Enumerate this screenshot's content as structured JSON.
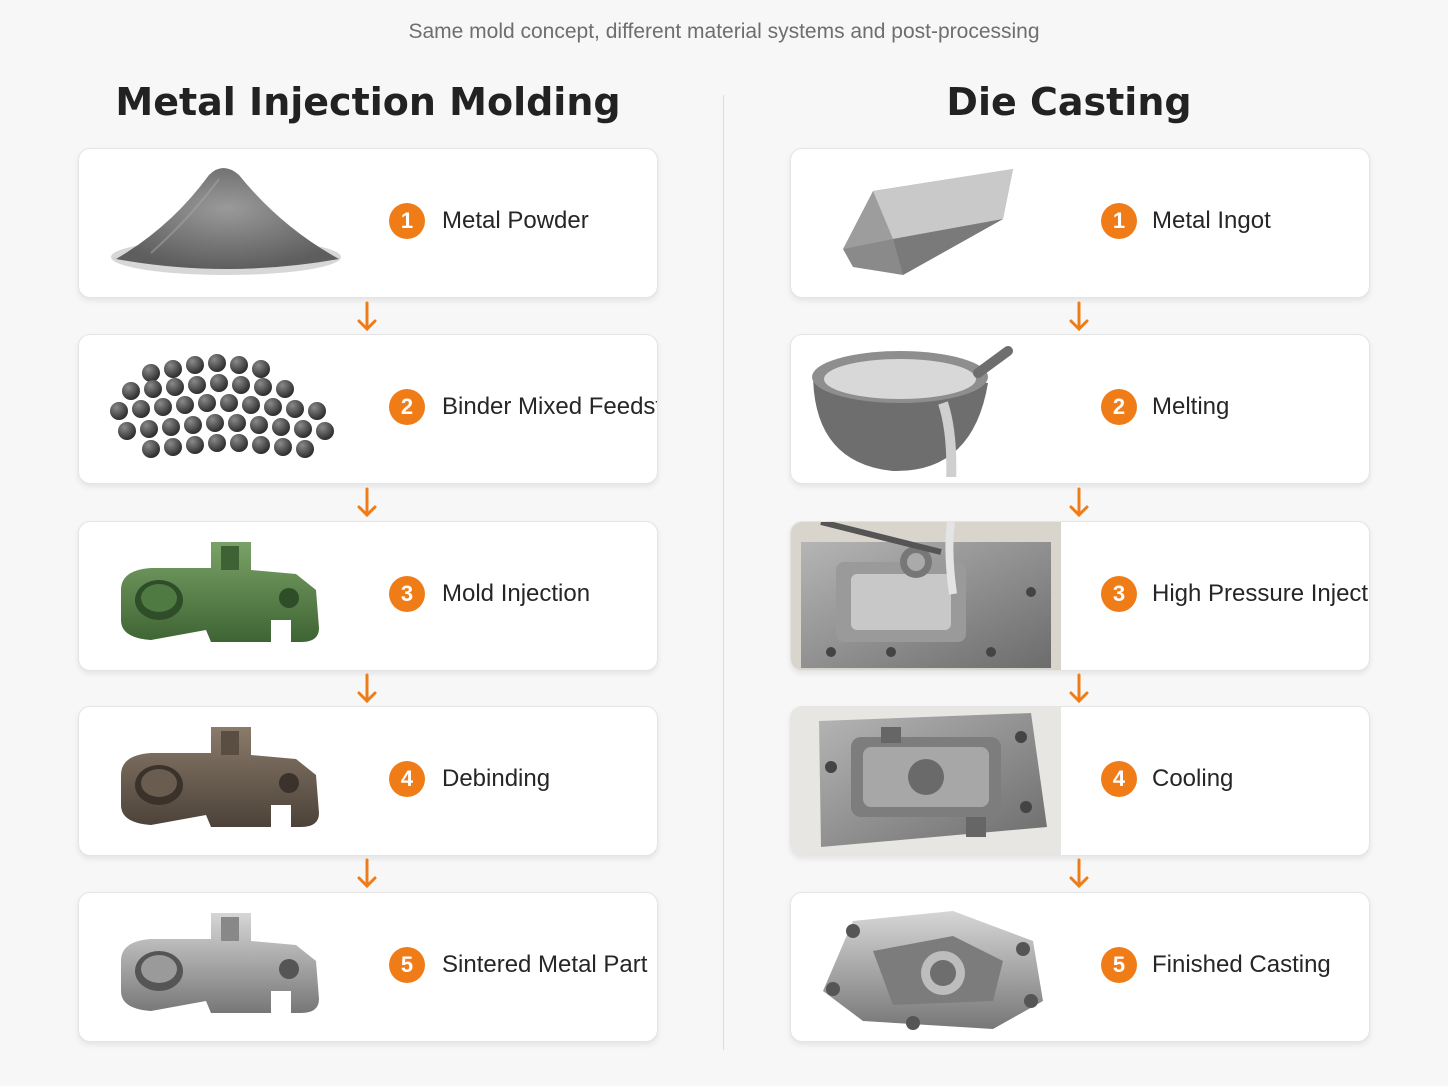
{
  "subtitle": "Same mold concept, different material systems and post-processing",
  "colors": {
    "accent": "#f07c17",
    "card": "#ffffff",
    "divider": "#dcdcdc"
  },
  "left": {
    "title": "Metal Injection Molding",
    "steps": [
      {
        "num": "1",
        "label": "Metal Powder",
        "icon": "powder-pile-icon"
      },
      {
        "num": "2",
        "label": "Binder Mixed Feedstock",
        "icon": "pellets-icon"
      },
      {
        "num": "3",
        "label": "Mold Injection",
        "icon": "green-part-icon"
      },
      {
        "num": "4",
        "label": "Debinding",
        "icon": "brown-part-icon"
      },
      {
        "num": "5",
        "label": "Sintered Metal Part",
        "icon": "sintered-part-icon"
      }
    ]
  },
  "right": {
    "title": "Die Casting",
    "steps": [
      {
        "num": "1",
        "label": "Metal Ingot",
        "icon": "ingot-icon"
      },
      {
        "num": "2",
        "label": "Melting",
        "icon": "ladle-icon"
      },
      {
        "num": "3",
        "label": "High Pressure Injection",
        "icon": "die-mold-icon"
      },
      {
        "num": "4",
        "label": "Cooling",
        "icon": "cooled-mold-icon"
      },
      {
        "num": "5",
        "label": "Finished Casting",
        "icon": "casting-icon"
      }
    ]
  }
}
